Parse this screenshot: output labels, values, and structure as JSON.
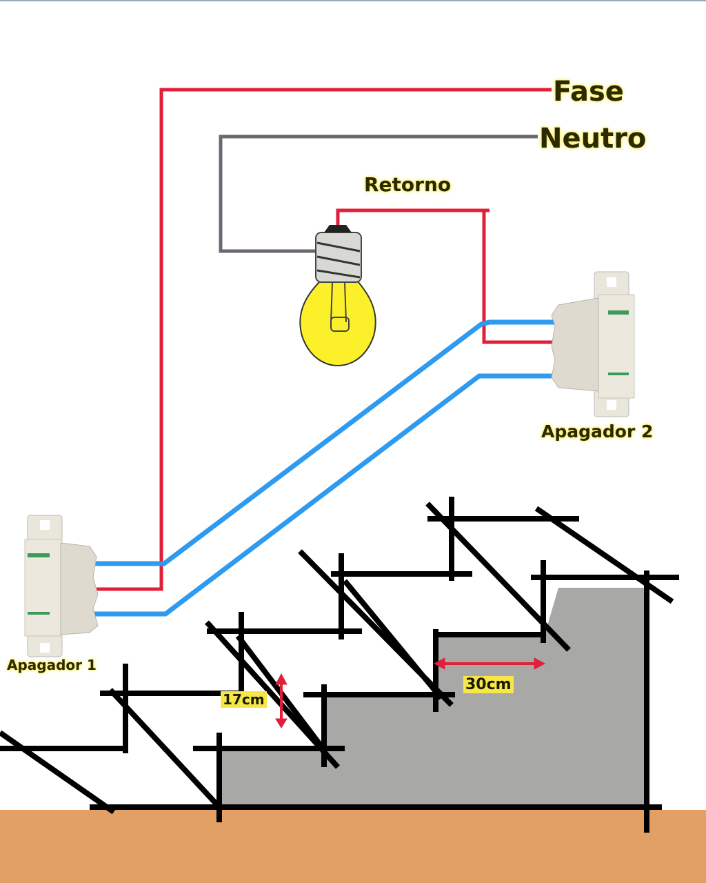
{
  "labels": {
    "phase": "Fase",
    "neutral": "Neutro",
    "return": "Retorno",
    "switch1": "Apagador 1",
    "switch2": "Apagador 2"
  },
  "measurements": {
    "riser_height": "17cm",
    "tread_depth": "30cm"
  },
  "colors": {
    "phase_wire": "#e0203a",
    "neutral_wire": "#666b70",
    "traveler_wire": "#2e9af0",
    "bulb": "#fbf02a",
    "floor": "#e2a064",
    "concrete": "#a9a9a9"
  }
}
